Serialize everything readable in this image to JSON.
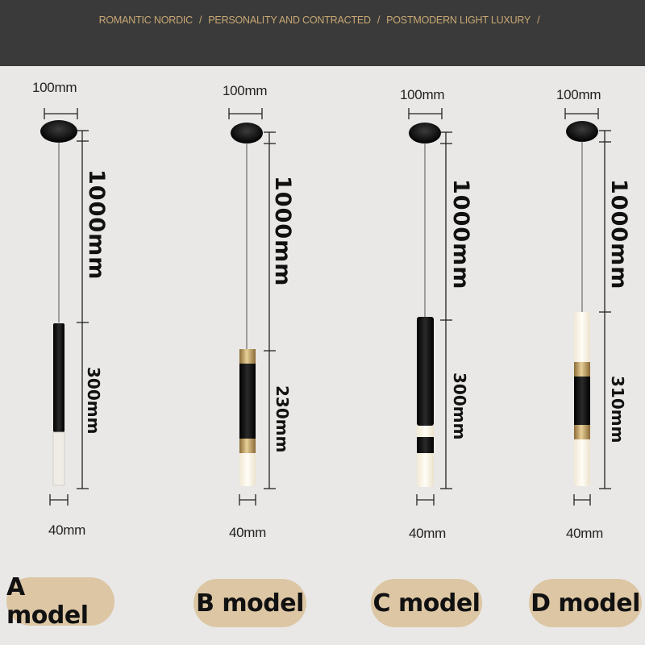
{
  "header": {
    "tag1": "ROMANTIC NORDIC",
    "tag2": "PERSONALITY AND CONTRACTED",
    "tag3": "POSTMODERN LIGHT LUXURY",
    "separator": "/"
  },
  "models": [
    {
      "top_width": "100mm",
      "cable_length": "1000mm",
      "body_length": "300mm",
      "diameter": "40mm",
      "name": "A model"
    },
    {
      "top_width": "100mm",
      "cable_length": "1000mm",
      "body_length": "230mm",
      "diameter": "40mm",
      "name": "B model"
    },
    {
      "top_width": "100mm",
      "cable_length": "1000mm",
      "body_length": "300mm",
      "diameter": "40mm",
      "name": "C model"
    },
    {
      "top_width": "100mm",
      "cable_length": "1000mm",
      "body_length": "310mm",
      "diameter": "40mm",
      "name": "D model"
    }
  ],
  "colors": {
    "header_bg": "#3a3a3a",
    "header_text": "#c8a874",
    "pill_bg": "#dcc6a4",
    "gold": "#b8965c",
    "black": "#111111"
  }
}
